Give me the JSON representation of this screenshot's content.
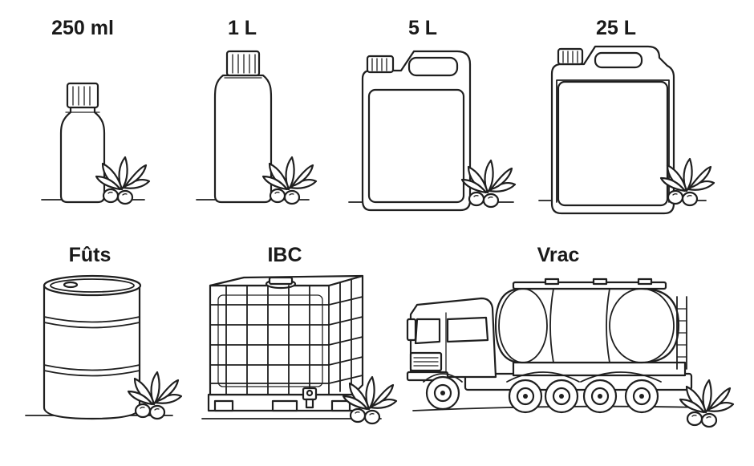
{
  "labels": {
    "l250": "250 ml",
    "l1": "1 L",
    "l5": "5 L",
    "l25": "25 L",
    "futs": "Fûts",
    "ibc": "IBC",
    "vrac": "Vrac"
  },
  "icons": [
    "bottle-250ml-icon",
    "bottle-1l-icon",
    "jerrycan-5l-icon",
    "jerrycan-25l-icon",
    "barrel-icon",
    "ibc-tote-icon",
    "tanker-truck-icon",
    "olive-branch-icon"
  ],
  "colors": {
    "ink": "#1f1f1f",
    "background": "#ffffff"
  }
}
